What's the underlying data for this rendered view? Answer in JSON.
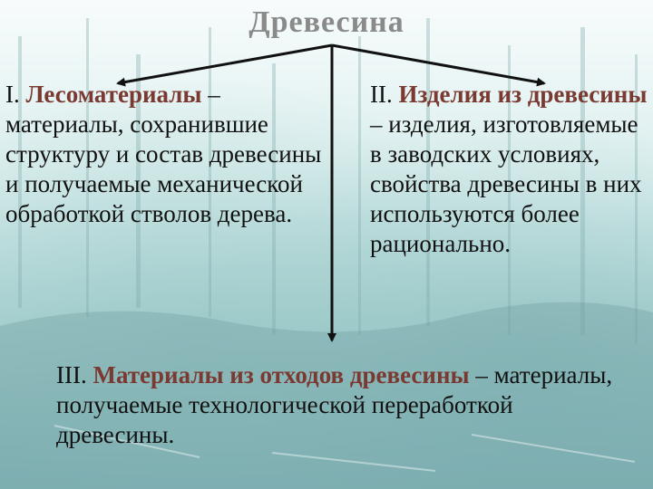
{
  "title": "Древесина",
  "sections": [
    {
      "numeral": "I.",
      "term": "Лесоматериалы",
      "definition": " – материалы, сохранившие структуру и состав древесины и получаемые механической обработкой стволов дерева."
    },
    {
      "numeral": "II.",
      "term": "Изделия из древесины",
      "definition": " – изделия, изготовляемые в заводских условиях, свойства древесины в них используются более рационально."
    },
    {
      "numeral": "III.",
      "term": "Материалы из отходов древесины",
      "definition": " – материалы, получаемые технологической переработкой древесины."
    }
  ],
  "colors": {
    "term": "#7a3a32",
    "title": "#8a8a8a",
    "arrow": "#111111"
  }
}
